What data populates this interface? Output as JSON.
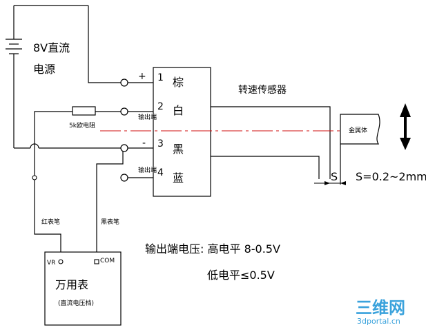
{
  "power": {
    "label_line1": "8V直流",
    "label_line2": "电源"
  },
  "sensor": {
    "title": "转速传感器",
    "pins": [
      {
        "num": "1",
        "wire": "棕",
        "sign": "+",
        "tag": ""
      },
      {
        "num": "2",
        "wire": "白",
        "sign": "",
        "tag": "输出端"
      },
      {
        "num": "3",
        "wire": "黑",
        "sign": "-",
        "tag": ""
      },
      {
        "num": "4",
        "wire": "蓝",
        "sign": "",
        "tag": "输出端"
      }
    ]
  },
  "resistor": {
    "label": "5k欧电阻"
  },
  "probes": {
    "red": "红表笔",
    "black": "黑表笔"
  },
  "meter": {
    "title": "万用表",
    "mode": "(直流电压档)",
    "terminal_vr": "VR",
    "terminal_com": "COM"
  },
  "target": {
    "label": "金属体"
  },
  "gap": {
    "symbol": "S",
    "spec": "S=0.2~2mm"
  },
  "output": {
    "line1": "输出端电压: 高电平 8-0.5V",
    "line2": "低电平≤0.5V"
  },
  "watermark": {
    "logo": "三维网",
    "url": "3dportal.cn"
  },
  "colors": {
    "centerline": "#d11010",
    "watermark": "#3aa2dc"
  }
}
